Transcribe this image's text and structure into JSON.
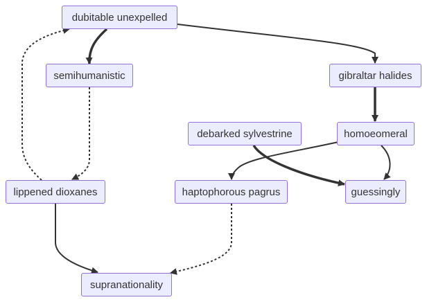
{
  "diagram": {
    "nodes": {
      "dubitable_unexpelled": "dubitable unexpelled",
      "semihumanistic": "semihumanistic",
      "gibraltar_halides": "gibraltar halides",
      "debarked_sylvestrine": "debarked sylvestrine",
      "homoeomeral": "homoeomeral",
      "lippened_dioxanes": "lippened dioxanes",
      "haptophorous_pagrus": "haptophorous pagrus",
      "guessingly": "guessingly",
      "supranationality": "supranationality"
    },
    "edges": [
      {
        "from": "dubitable unexpelled",
        "to": "semihumanistic",
        "style": "thick"
      },
      {
        "from": "dubitable unexpelled",
        "to": "gibraltar halides",
        "style": "normal"
      },
      {
        "from": "gibraltar halides",
        "to": "homoeomeral",
        "style": "thick"
      },
      {
        "from": "semihumanistic",
        "to": "lippened dioxanes",
        "style": "dotted"
      },
      {
        "from": "lippened dioxanes",
        "to": "dubitable unexpelled",
        "style": "dotted"
      },
      {
        "from": "homoeomeral",
        "to": "haptophorous pagrus",
        "style": "normal"
      },
      {
        "from": "homoeomeral",
        "to": "guessingly",
        "style": "normal"
      },
      {
        "from": "debarked sylvestrine",
        "to": "guessingly",
        "style": "thick"
      },
      {
        "from": "lippened dioxanes",
        "to": "supranationality",
        "style": "normal"
      },
      {
        "from": "haptophorous pagrus",
        "to": "supranationality",
        "style": "dotted"
      }
    ],
    "colors": {
      "node_fill": "#ececff",
      "node_border": "#9370db",
      "edge": "#333333",
      "text": "#333333"
    }
  }
}
